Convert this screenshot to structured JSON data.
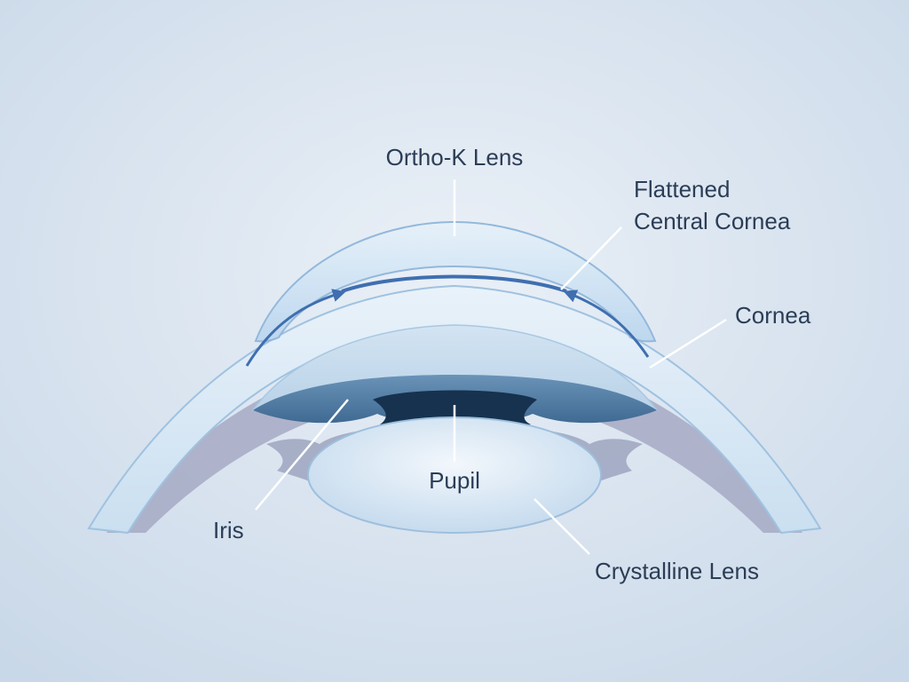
{
  "labels": {
    "ortho_k_lens": "Ortho-K Lens",
    "flattened_line1": "Flattened",
    "flattened_line2": "Central Cornea",
    "cornea": "Cornea",
    "pupil": "Pupil",
    "iris": "Iris",
    "crystalline_lens": "Crystalline Lens"
  },
  "colors": {
    "background": "#dde7f1",
    "lens": "#cfe3f3",
    "cornea": "#dcebf7",
    "sclera": "#a9adc6",
    "iris": "#4e7aa0",
    "pupil": "#16324f",
    "crystalline_lens": "#e3eef8",
    "arrow": "#3f6fb0",
    "leader_line": "#ffffff"
  }
}
